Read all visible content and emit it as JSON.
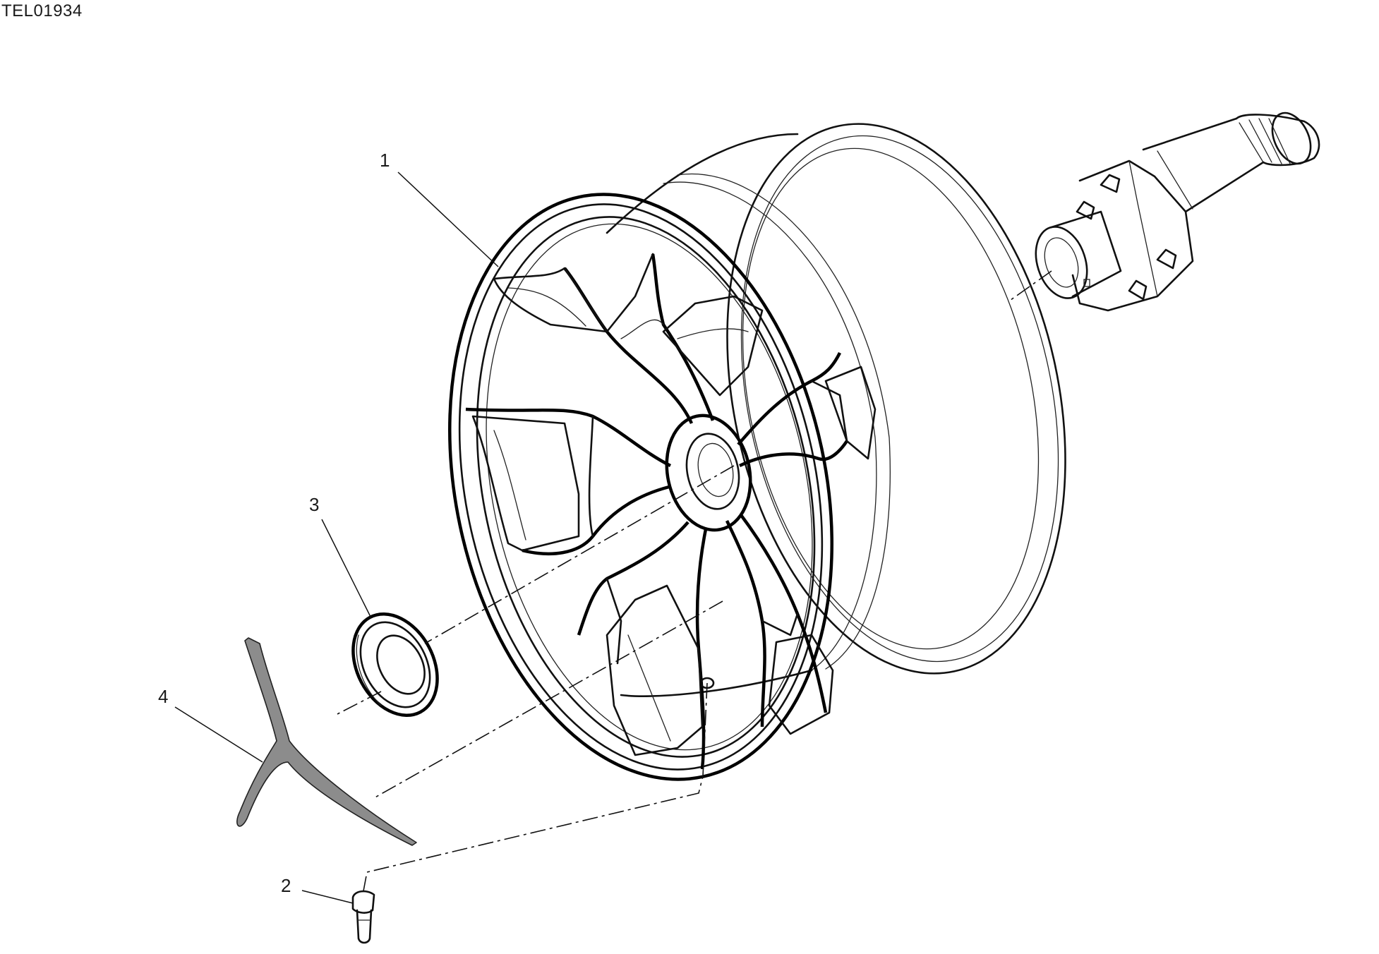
{
  "diagram": {
    "code": "TEL01934",
    "callouts": [
      "1",
      "2",
      "3",
      "4"
    ],
    "parts": {
      "wheel": "wheel-rim",
      "valve": "tyre-valve",
      "seal": "hub-seal",
      "tool": "y-spoke-tool",
      "axle": "wheel-hub-shaft"
    }
  }
}
